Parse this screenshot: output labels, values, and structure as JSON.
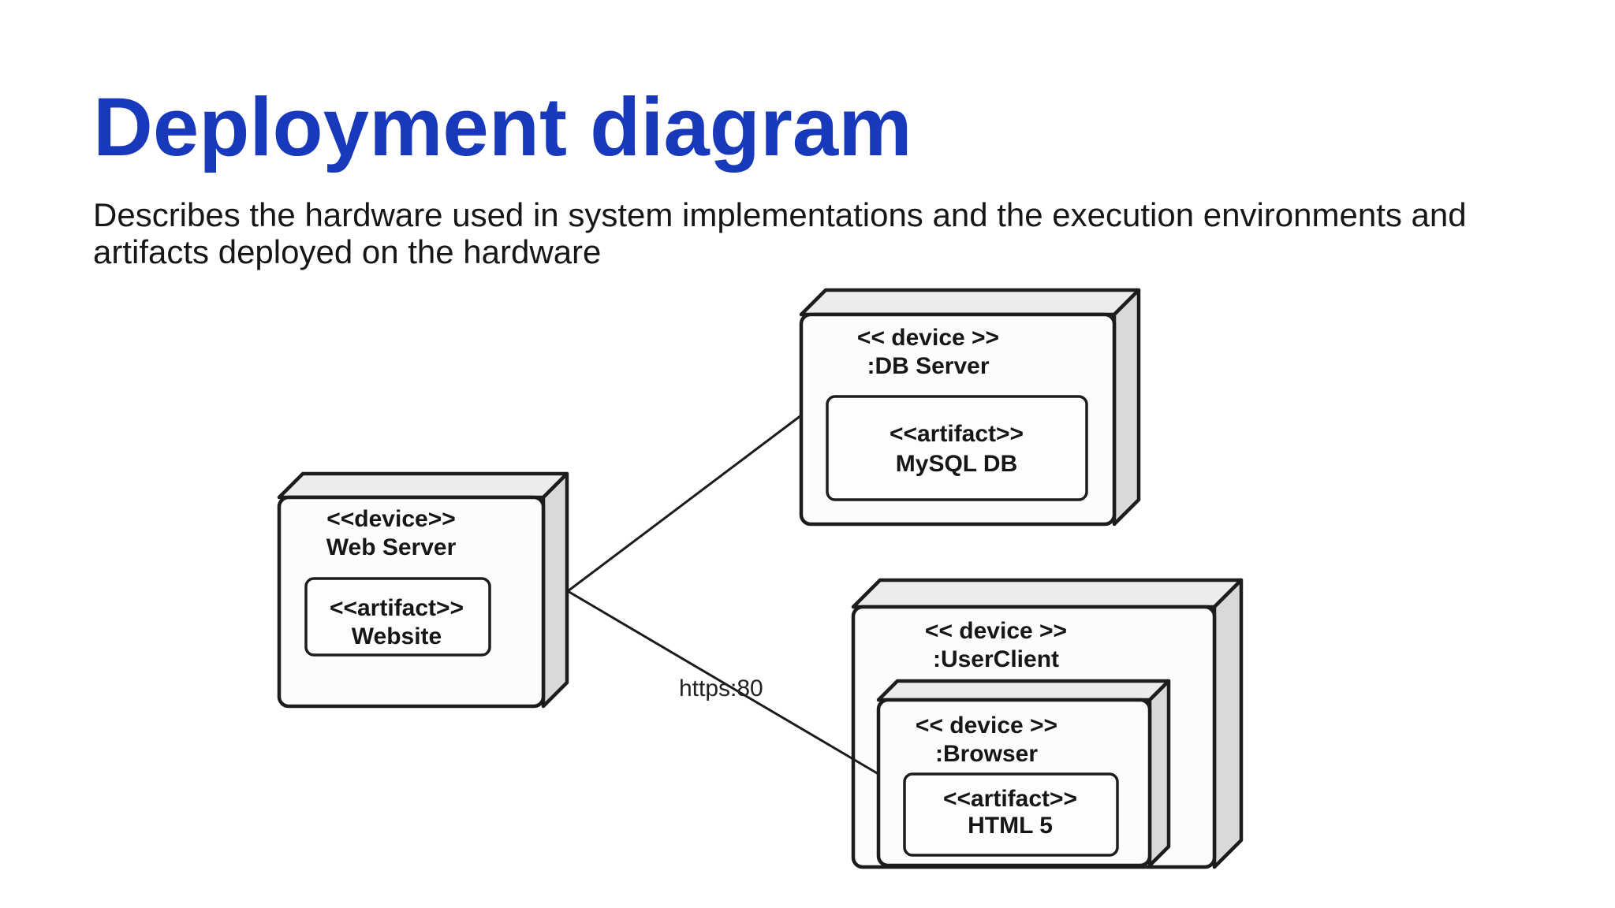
{
  "slide": {
    "title": "Deployment diagram",
    "title_color": "#1839bb",
    "description_line1": "Describes the hardware used in system implementations and the execution environments and",
    "description_line2": "artifacts deployed on the hardware"
  },
  "diagram": {
    "type": "uml_deployment_diagram",
    "stroke_color": "#1c1c1c",
    "top_face_color": "#ececec",
    "side_face_color": "#d9d9d9",
    "nodes": {
      "web_server": {
        "stereotype": "<<device>>",
        "name": "Web Server",
        "artifact_stereotype": "<<artifact>>",
        "artifact_name": "Website"
      },
      "db_server": {
        "stereotype": "<< device >>",
        "name": ":DB Server",
        "artifact_stereotype": "<<artifact>>",
        "artifact_name": "MySQL DB"
      },
      "user_client": {
        "stereotype": "<< device >>",
        "name": ":UserClient"
      },
      "browser": {
        "stereotype": "<< device >>",
        "name": ":Browser",
        "artifact_stereotype": "<<artifact>>",
        "artifact_name": "HTML 5"
      }
    },
    "connections": [
      {
        "from": "Web Server",
        "to": ":DB Server",
        "label": ""
      },
      {
        "from": "Web Server",
        "to": ":Browser",
        "label": "https:80"
      }
    ]
  }
}
